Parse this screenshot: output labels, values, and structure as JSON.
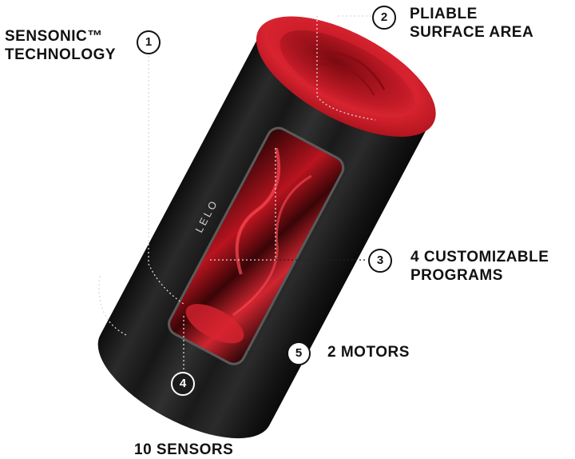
{
  "callouts": [
    {
      "number": "1",
      "text": [
        "SENSONIC™",
        "TECHNOLOGY"
      ]
    },
    {
      "number": "2",
      "text": [
        "PLIABLE",
        "SURFACE AREA"
      ]
    },
    {
      "number": "3",
      "text": [
        "4 CUSTOMIZABLE",
        "PROGRAMS"
      ]
    },
    {
      "number": "4",
      "text": [
        "10 SENSORS"
      ]
    },
    {
      "number": "5",
      "text": [
        "2 MOTORS"
      ]
    }
  ],
  "device": {
    "brand_mark": "LELO",
    "body_color": "#1a1a1a",
    "accent_color": "#d4202c"
  }
}
